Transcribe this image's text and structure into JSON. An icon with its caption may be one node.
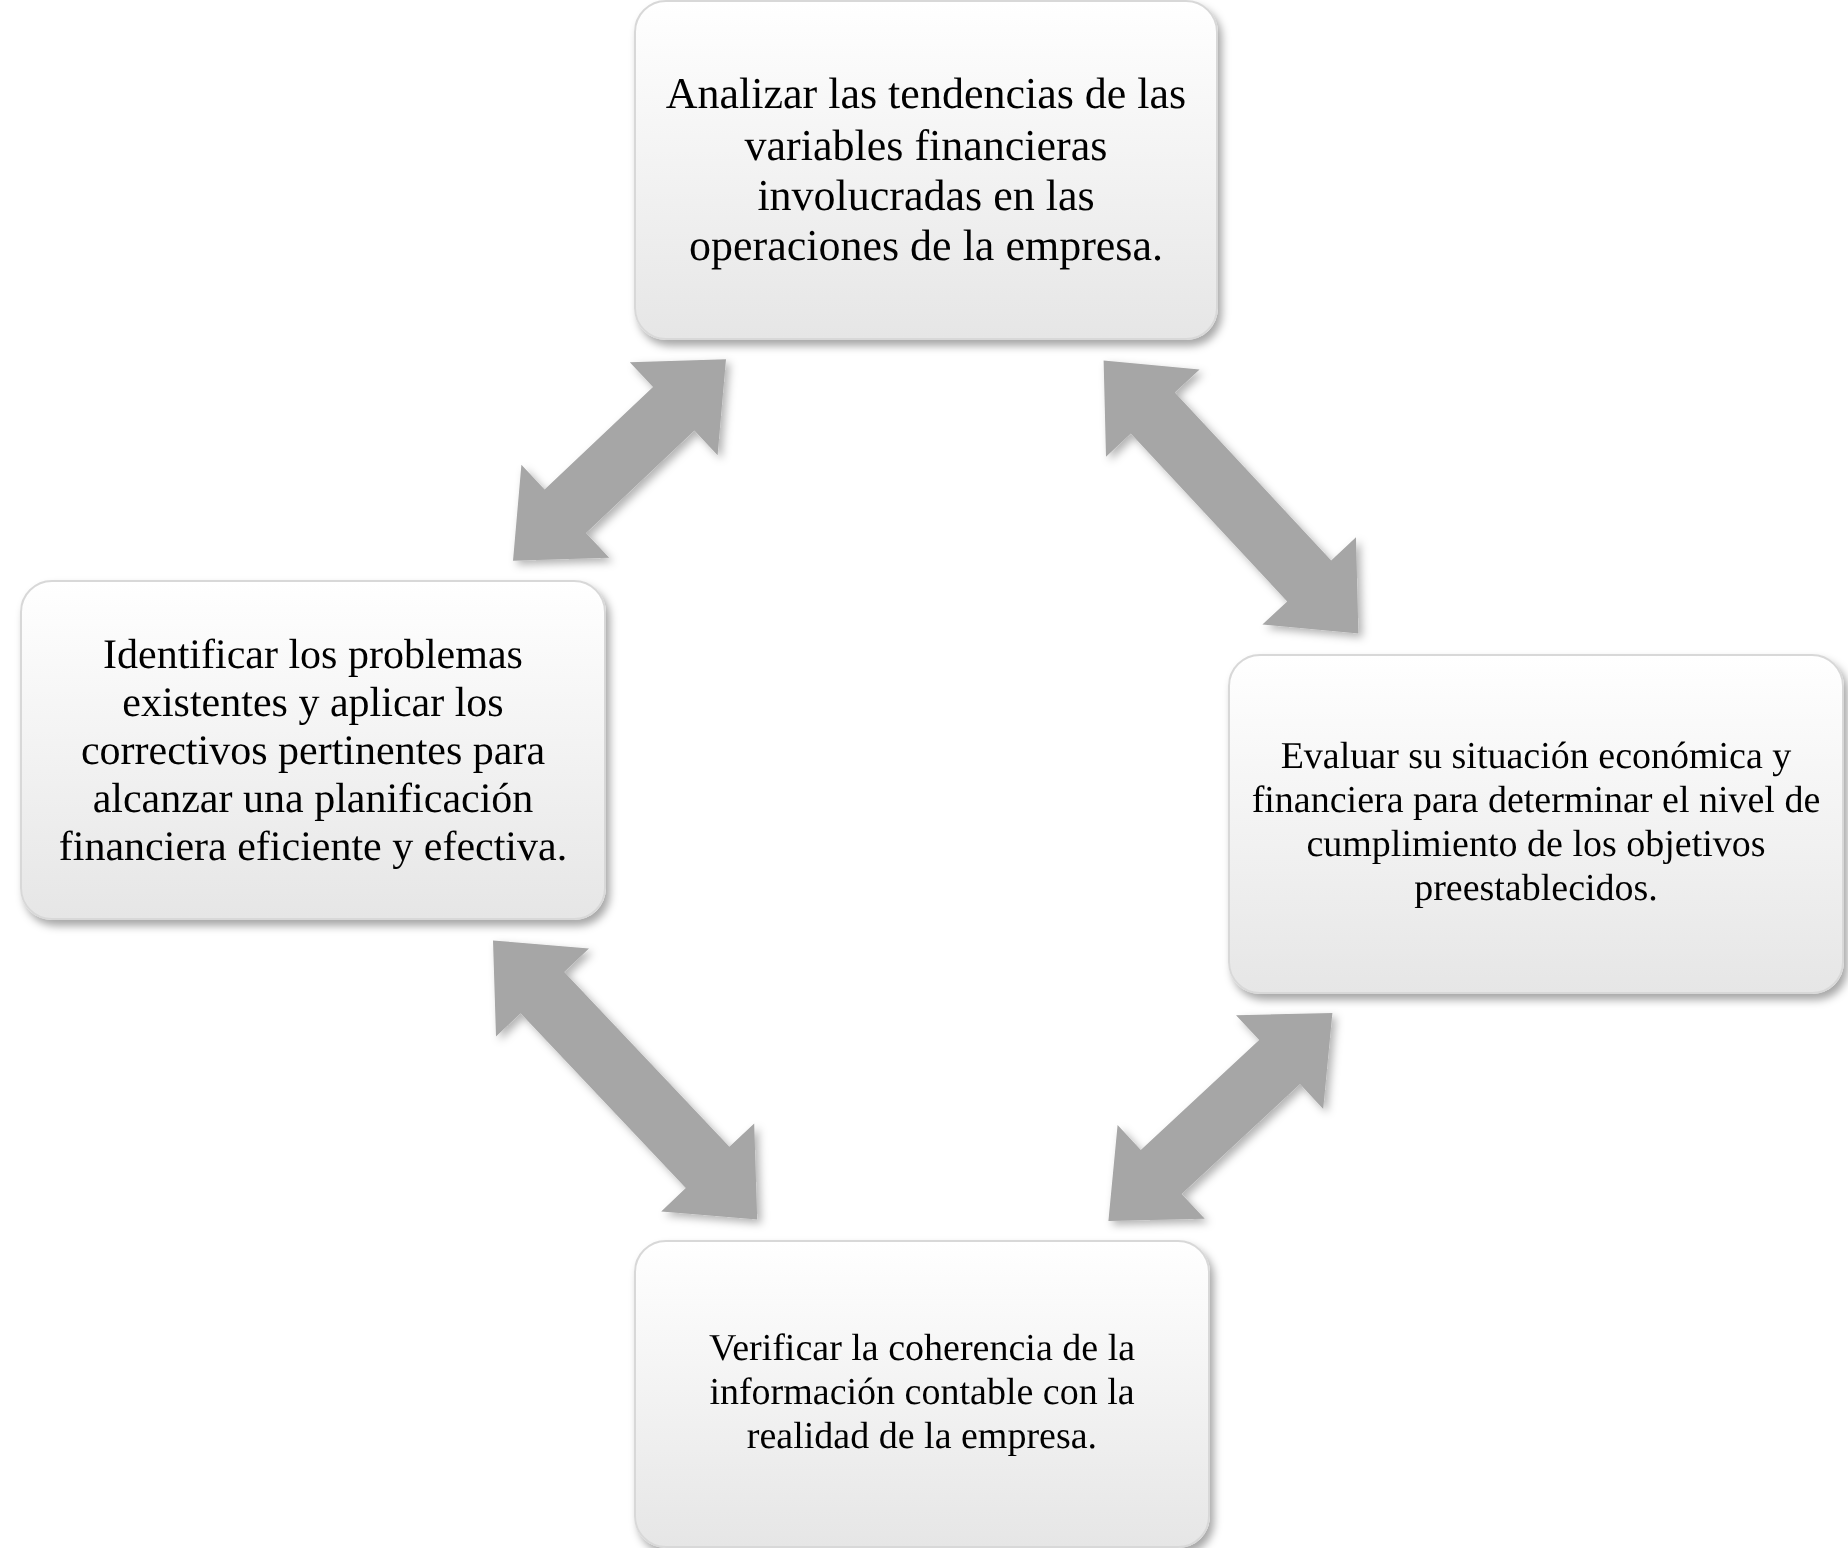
{
  "diagram": {
    "nodes": [
      {
        "text": [
          "Analizar las tendencias de las variables financieras involucradas en las operaciones de la empresa."
        ]
      },
      {
        "text": [
          "Identificar los problemas existentes y aplicar los correctivos pertinentes para alcanzar una planificación financiera eficiente y efectiva."
        ]
      },
      {
        "text": [
          "Evaluar su situación económica y financiera para determinar el nivel de cumplimiento de los objetivos preestablecidos."
        ]
      },
      {
        "text": [
          "Verificar la coherencia de la información contable con la realidad de la empresa."
        ]
      }
    ],
    "edges": [
      {
        "from": 0,
        "to": 1,
        "arrow": "both"
      },
      {
        "from": 0,
        "to": 2,
        "arrow": "both"
      },
      {
        "from": 1,
        "to": 3,
        "arrow": "both"
      },
      {
        "from": 2,
        "to": 3,
        "arrow": "both"
      }
    ]
  }
}
